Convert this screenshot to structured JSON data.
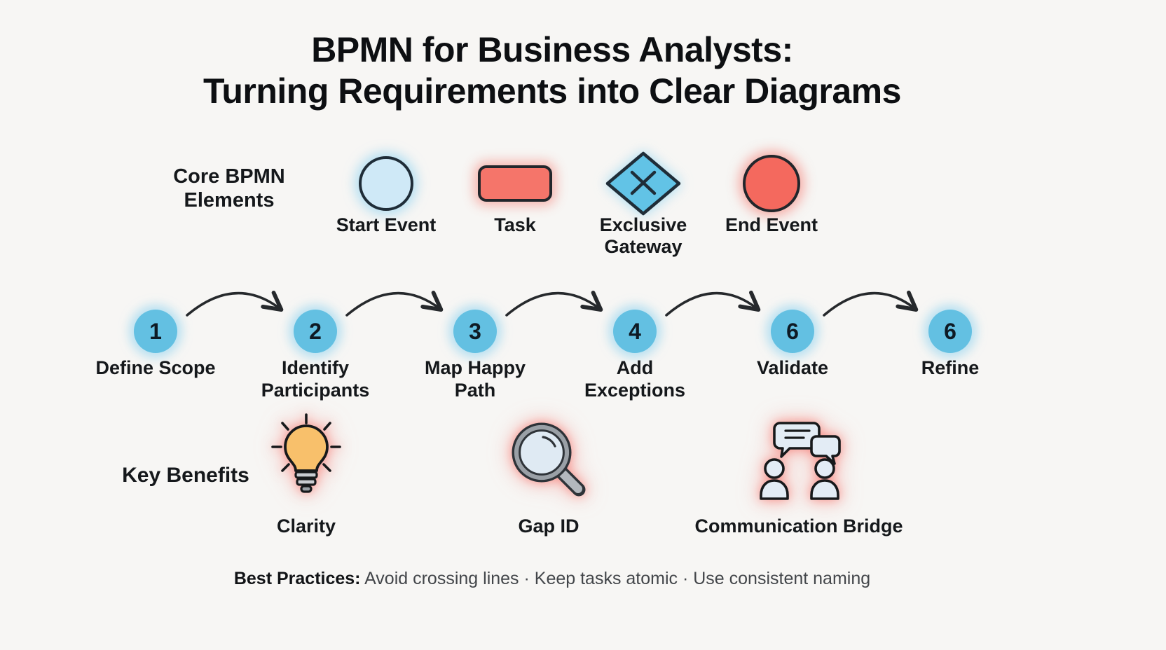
{
  "title": "BPMN for Business Analysts:\nTurning Requirements into Clear Diagrams",
  "core_elements": {
    "label": "Core BPMN\nElements",
    "items": [
      {
        "name": "Start Event",
        "shape": "circle",
        "fill": "#cfe9f7",
        "glow": "blue"
      },
      {
        "name": "Task",
        "shape": "rounded-rectangle",
        "fill": "#f5756a",
        "glow": "red"
      },
      {
        "name": "Exclusive\nGateway",
        "shape": "diamond-with-x",
        "fill": "#62c3e6",
        "glow": "blue"
      },
      {
        "name": "End Event",
        "shape": "circle",
        "fill": "#f4695e",
        "glow": "red"
      }
    ]
  },
  "process_steps": {
    "items": [
      {
        "number": "1",
        "label": "Define Scope"
      },
      {
        "number": "2",
        "label": "Identify\nParticipants"
      },
      {
        "number": "3",
        "label": "Map Happy\nPath"
      },
      {
        "number": "4",
        "label": "Add\nExceptions"
      },
      {
        "number": "6",
        "label": "Validate"
      },
      {
        "number": "6",
        "label": "Refine"
      }
    ]
  },
  "key_benefits": {
    "label": "Key Benefits",
    "items": [
      {
        "icon": "lightbulb-icon",
        "label": "Clarity"
      },
      {
        "icon": "magnifying-glass-icon",
        "label": "Gap ID"
      },
      {
        "icon": "people-chat-icon",
        "label": "Communication Bridge"
      }
    ]
  },
  "footer": {
    "label": "Best Practices:",
    "text": " Avoid crossing lines · Keep tasks atomic · Use consistent naming"
  },
  "colors": {
    "background": "#f7f6f4",
    "text": "#101418",
    "step_circle_blue": "#63c0e2",
    "start_event_fill": "#cfe9f7",
    "gateway_fill": "#62c3e6",
    "task_fill": "#f5756a",
    "end_event_fill": "#f4695e",
    "dark_outline": "#22262b",
    "blue_glow": "#82cdf0",
    "red_glow": "#f6645c"
  }
}
